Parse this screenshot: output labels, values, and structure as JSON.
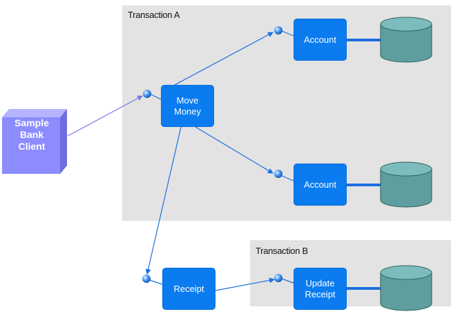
{
  "regions": {
    "a_title": "Transaction A",
    "b_title": "Transaction B"
  },
  "client": {
    "line1": "Sample",
    "line2": "Bank",
    "line3": "Client"
  },
  "nodes": {
    "move_money": {
      "line1": "Move",
      "line2": "Money"
    },
    "account_top": {
      "label": "Account"
    },
    "account_bottom": {
      "label": "Account"
    },
    "receipt": {
      "label": "Receipt"
    },
    "update_receipt": {
      "line1": "Update",
      "line2": "Receipt"
    }
  },
  "colors": {
    "component": "#0a7cf0",
    "client": "#8c8cff",
    "database": "#5e9e9e",
    "transaction_area": "#e3e3e3",
    "connector": "#1a6fe0"
  },
  "icons": {
    "endpoint": "endpoint-ball-icon",
    "database": "database-cylinder-icon",
    "client": "client-box-icon"
  }
}
